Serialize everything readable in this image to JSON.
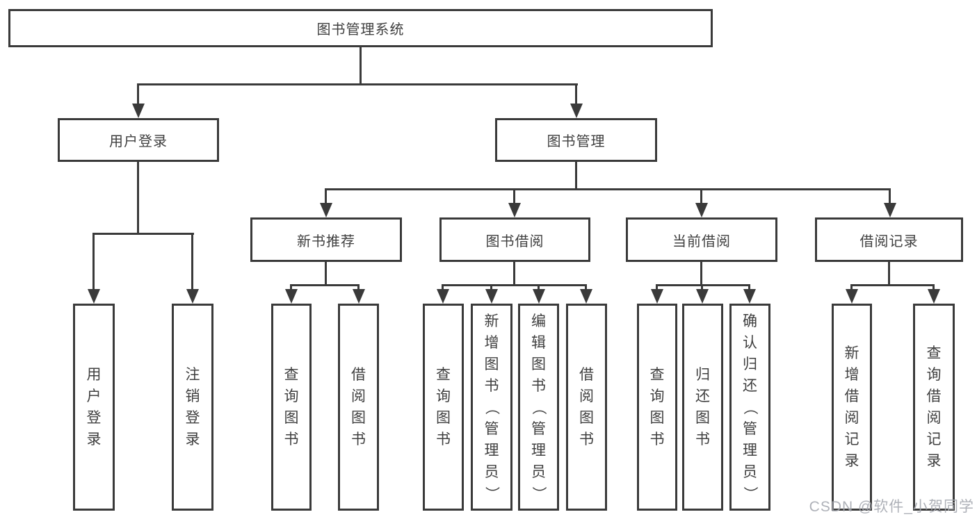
{
  "colors": {
    "line": "#3a3a3a",
    "text": "#3f3f3f",
    "background": "#ffffff",
    "watermark": "#a5a9b0"
  },
  "root": {
    "label": "图书管理系统"
  },
  "level2": {
    "user_login": {
      "label": "用户登录"
    },
    "book_mgmt": {
      "label": "图书管理"
    }
  },
  "level3": {
    "new_book": {
      "label": "新书推荐"
    },
    "borrow": {
      "label": "图书借阅"
    },
    "current": {
      "label": "当前借阅"
    },
    "record": {
      "label": "借阅记录"
    }
  },
  "leaves": {
    "user_login": "用户登录",
    "logout": "注销登录",
    "nb_query": "查询图书",
    "nb_borrow": "借阅图书",
    "bw_query": "查询图书",
    "bw_add": "新增图书（管理员）",
    "bw_edit": "编辑图书（管理员）",
    "bw_borrow": "借阅图书",
    "cur_query": "查询图书",
    "cur_return": "归还图书",
    "cur_confirm": "确认归还（管理员）",
    "rec_add": "新增借阅记录",
    "rec_query": "查询借阅记录"
  },
  "watermark": "CSDN @软件_小贺同学"
}
